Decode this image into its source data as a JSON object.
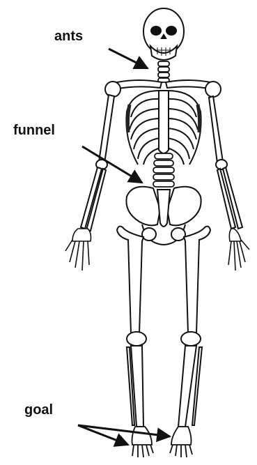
{
  "labels": {
    "ants": "ants",
    "funnel": "funnel",
    "goal": "goal"
  },
  "colors": {
    "ink": "#111111",
    "bone": "#ffffff",
    "background": "#ffffff"
  }
}
